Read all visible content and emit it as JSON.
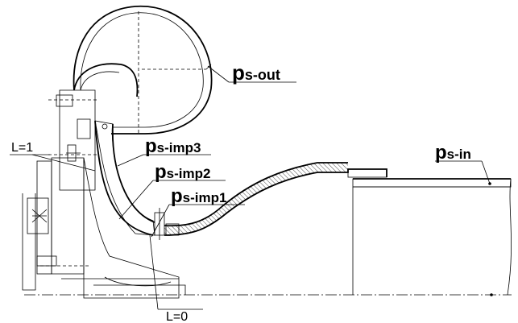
{
  "labels": {
    "ps_out": {
      "main": "p",
      "sub": "s-out"
    },
    "ps_in": {
      "main": "p",
      "sub": "s-in"
    },
    "ps_imp3": {
      "main": "p",
      "sub": "s-imp3"
    },
    "ps_imp2": {
      "main": "p",
      "sub": "s-imp2"
    },
    "ps_imp1": {
      "main": "p",
      "sub": "s-imp1"
    },
    "l1": "L=1",
    "l0": "L=0"
  }
}
